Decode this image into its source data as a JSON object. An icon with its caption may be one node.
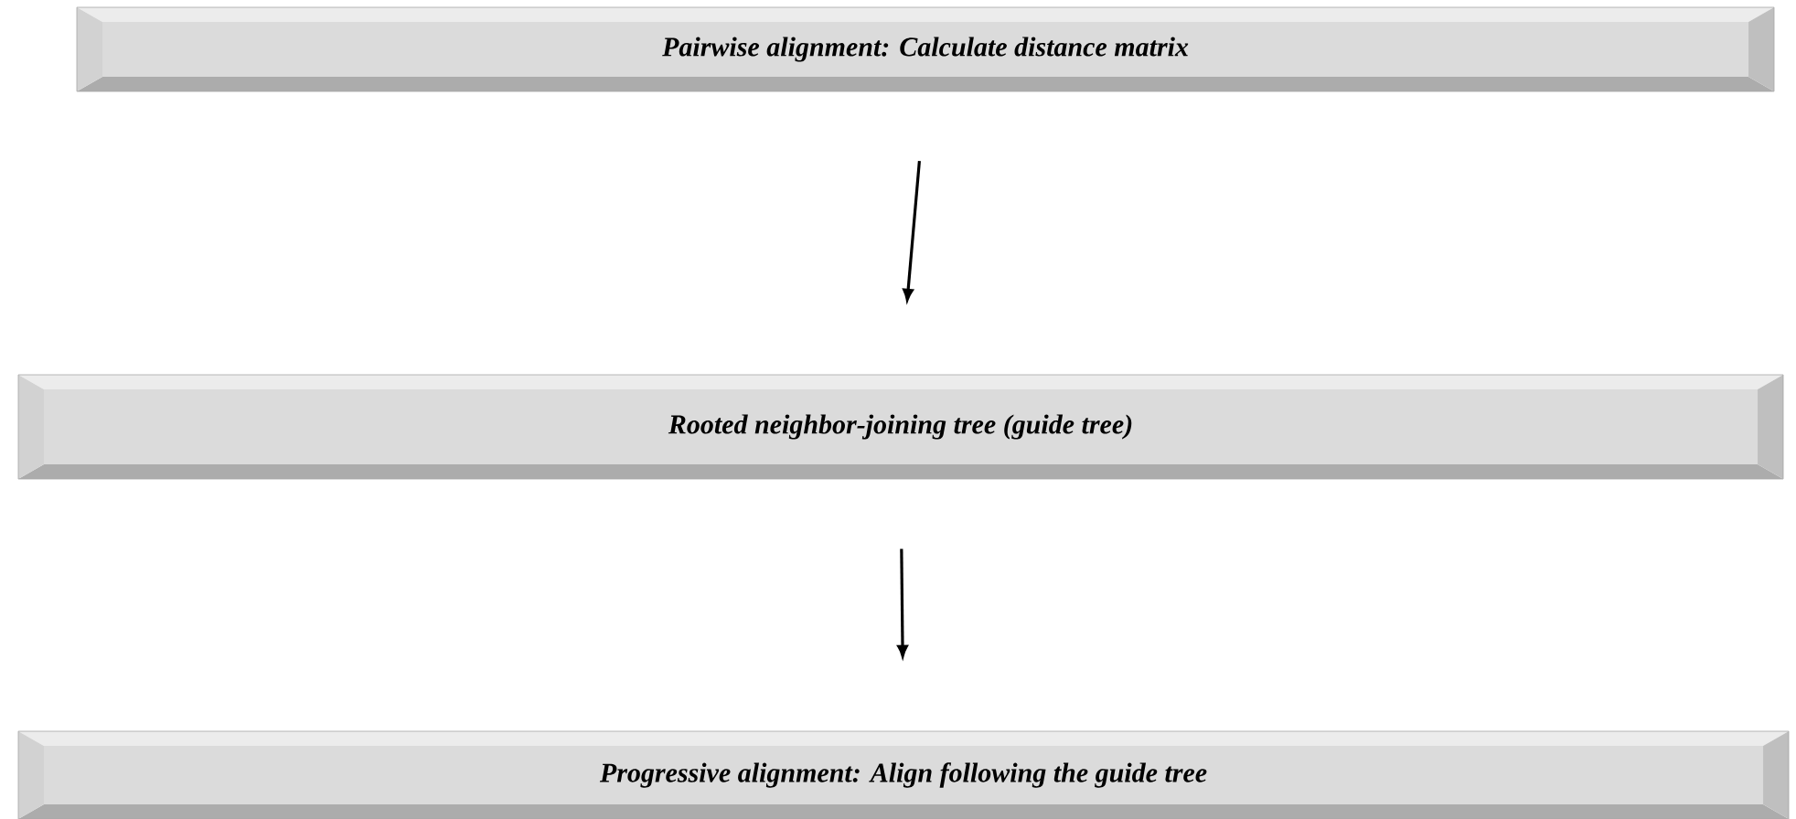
{
  "diagram": {
    "nodes": [
      {
        "text": [
          "Pairwise alignment: Calculate distance matrix"
        ]
      },
      {
        "text": [
          "Rooted neighbor-joining tree (guide tree)"
        ]
      },
      {
        "text": [
          "Progressive alignment: Align following the guide tree"
        ]
      }
    ],
    "edges": [
      {
        "from": 0,
        "to": 1,
        "arrow": "to"
      },
      {
        "from": 1,
        "to": 2,
        "arrow": "to"
      }
    ]
  }
}
